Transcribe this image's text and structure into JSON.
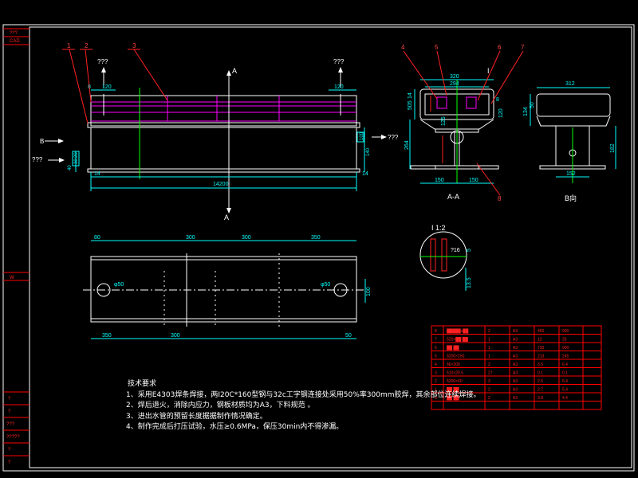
{
  "sheet_frame": {
    "left_tags_top": [
      "???",
      "CAD"
    ],
    "left_tag_mid": "W",
    "left_tags_bottom": [
      "?",
      "?",
      "???",
      "?????",
      "?",
      "?"
    ]
  },
  "colors": {
    "frame": "#ffffff",
    "dim": "#00ffff",
    "balloon": "#ff2020",
    "part_outline": "#ffffff",
    "center": "#00ff00",
    "hidden": "#ff00ff",
    "table": "#ff0000"
  },
  "balloons": [
    "1",
    "2",
    "3",
    "4",
    "5",
    "6",
    "7",
    "8"
  ],
  "front_view": {
    "dims": {
      "left_offset": "8",
      "top_left": "120",
      "top_right": "120",
      "right_100": "100",
      "right_140": "140",
      "left_30": "30",
      "left_40": "40",
      "left_20": "20",
      "end_left": "14",
      "end_right": "14",
      "overall": "14200"
    },
    "section_mark": "A",
    "view_mark": "B",
    "unknown_left_top": "???",
    "unknown_right_top": "???",
    "unknown_left_mid": "???",
    "unknown_right_mid": "???"
  },
  "section_view": {
    "title": "A-A",
    "dims": {
      "top_320": "320",
      "top_294": "294",
      "left_505": "505",
      "left_14": "14",
      "web_125": "125",
      "left_264": "264",
      "right_120": "120",
      "right_8": "8",
      "bot_150a": "150",
      "bot_150b": "150"
    },
    "detail_mark": "I"
  },
  "view_b": {
    "title": "B向",
    "dims": {
      "top_312": "312",
      "left_134": "134",
      "left_50": "50",
      "right_182": "182",
      "bot_152": "152"
    }
  },
  "plan_view": {
    "dims": {
      "top_80": "80",
      "top_300": "300",
      "top_300b": "300",
      "top_350": "350",
      "bot_350": "350",
      "bot_300": "300",
      "bot_50": "50",
      "hole_left": "φ50",
      "hole_right": "φ50",
      "right_100": "100"
    }
  },
  "detail_view": {
    "title": "I 1:2",
    "dims": {
      "hole": "?16",
      "d5": "5",
      "d135": "13.5"
    }
  },
  "bom": {
    "rows": [
      {
        "no": "8",
        "name": "█████x██",
        "qty": "2",
        "mat": "A3",
        "w1": "450",
        "w2": "900"
      },
      {
        "no": "7",
        "name": "δ20×██ ██",
        "qty": "1",
        "mat": "A3",
        "w1": "12",
        "w2": "25"
      },
      {
        "no": "6",
        "name": "██ ██",
        "qty": "1",
        "mat": "A3",
        "w1": "730",
        "w2": "900"
      },
      {
        "no": "5",
        "name": "δ200×150",
        "qty": "1",
        "mat": "A3",
        "w1": "213",
        "w2": "245"
      },
      {
        "no": "4",
        "name": "δ6×200",
        "qty": "2",
        "mat": "A3",
        "w1": "3.5",
        "w2": "6.4"
      },
      {
        "no": "3",
        "name": "δ10×20.5",
        "qty": "27",
        "mat": "A3",
        "w1": "0.1",
        "w2": "0.1"
      },
      {
        "no": "2",
        "name": "δ200×60",
        "qty": "3",
        "mat": "A3",
        "w1": "2.5",
        "w2": "6.4"
      },
      {
        "no": "1",
        "name": "██ ██",
        "qty": "2",
        "mat": "A3",
        "w1": "2.7",
        "w2": "5.4"
      },
      {
        "no": "0",
        "name": "██ ██",
        "qty": "2",
        "mat": "A3",
        "w1": "3.8",
        "w2": "4.4"
      }
    ]
  },
  "notes": {
    "title": "技术要求",
    "items": [
      "1、采用E4303焊条焊接，两I20C*160型钢与32c工字钢连接处采用50%率300mm胶焊，其余部位连续焊接。",
      "2、焊后退火，消除内应力，钢板材质均为A3，下料规范 。",
      "3、进出水管的预留长度据据制作情况确定。",
      "4、制作完成后打压试验，水压≥0.6MPa，保压30min内不得渗漏。"
    ]
  }
}
